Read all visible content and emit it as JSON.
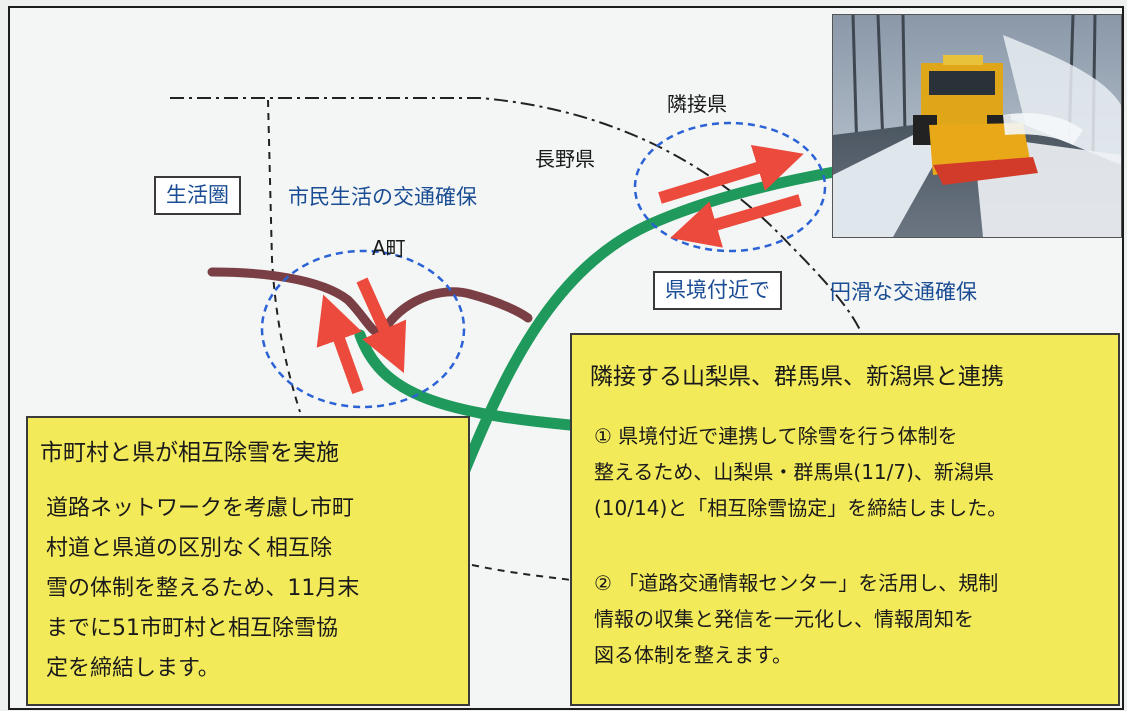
{
  "labels": {
    "seikatsuken": "生活圏",
    "shimin_kotsu": "市民生活の交通確保",
    "a_machi": "A町",
    "nagano": "長野県",
    "ringoken": "隣接県",
    "kenkyo": "県境付近で",
    "enkatsu": "円滑な交通確保"
  },
  "left_box": {
    "heading": "市町村と県が相互除雪を実施",
    "lines": [
      "道路ネットワークを考慮し市町",
      "村道と県道の区別なく相互除",
      "雪の体制を整えるため、11月末",
      "までに51市町村と相互除雪協",
      "定を締結します。"
    ]
  },
  "right_box": {
    "heading": "隣接する山梨県、群馬県、新潟県と連携",
    "item1": [
      "①  県境付近で連携して除雪を行う体制を",
      "整えるため、山梨県・群馬県(11/7)、新潟県",
      "(10/14)と「相互除雪協定」を締結しました。"
    ],
    "item2": [
      "② 「道路交通情報センター」を活用し、規制",
      "情報の収集と発信を一元化し、情報周知を",
      "図る体制を整えます。"
    ]
  },
  "colors": {
    "blue_text": "#1b4d94",
    "yellow_box": "#f3ea5a",
    "green_road": "#1f9a5c",
    "brown_road": "#7a3f45",
    "red_arrow": "#ec4a3c",
    "circle": "#2b62d6"
  }
}
